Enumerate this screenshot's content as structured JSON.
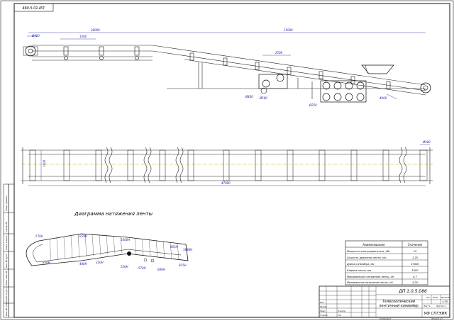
{
  "sheet": {
    "code_box": "460.5.01.ИЛ"
  },
  "elevation": {
    "dims": {
      "d1": "Ø400",
      "d2": "1000",
      "d3": "28000",
      "d4": "15000",
      "d5": "2500",
      "d6": "Ø400",
      "d7": "Ø500",
      "d8": "Ø250",
      "d9": "4000"
    }
  },
  "plan": {
    "dims": {
      "width": "Ø400",
      "belt": "1000",
      "total_length": "47000"
    }
  },
  "tension_diagram": {
    "title": "Диаграмма натяжения ленты",
    "labels": [
      "570Н",
      "1230Н",
      "1000Н",
      "862Н",
      "1880Н",
      "850Н",
      "440Н",
      "520Н",
      "570Н",
      "680Н",
      "935Н",
      "320Н"
    ]
  },
  "spec_table": {
    "headers": [
      "Наименование",
      "Значение"
    ],
    "rows": [
      [
        "Мощность электродвигателя, кВт",
        "15"
      ],
      [
        "Скорость движения ленты, м/с",
        "1,25"
      ],
      [
        "Длина конвейера, мм",
        "47000"
      ],
      [
        "Ширина ленты, мм",
        "1000"
      ],
      [
        "Максимальное натяжение ленты, кН",
        "8,7"
      ],
      [
        "Минимальное натяжение ленты, кН",
        "4,20"
      ]
    ]
  },
  "title_block": {
    "doc_code": "ДП 1.0.5.086",
    "name_line1": "Телескопический",
    "name_line2": "ленточный конвейер",
    "scale": "1:50",
    "org": "УФ СПГЭИК",
    "sheet_label": "Листов 1",
    "format_label": "Формат A1",
    "lit": "Лит.",
    "mass": "Масса",
    "scale_label": "Масштаб",
    "sheet_no": "Лист 1",
    "copied": "Копировал",
    "roles": [
      "Изм.",
      "Разраб.",
      "Пров.",
      "Т.контр.",
      "Н.контр.",
      "Утв."
    ]
  },
  "left_strip": {
    "labels": [
      "Перв. примен.",
      "Справ. №",
      "Подп. и дата",
      "Инв. № дубл.",
      "Взам. инв. №",
      "Подп. и дата",
      "Инв. № подл."
    ]
  }
}
